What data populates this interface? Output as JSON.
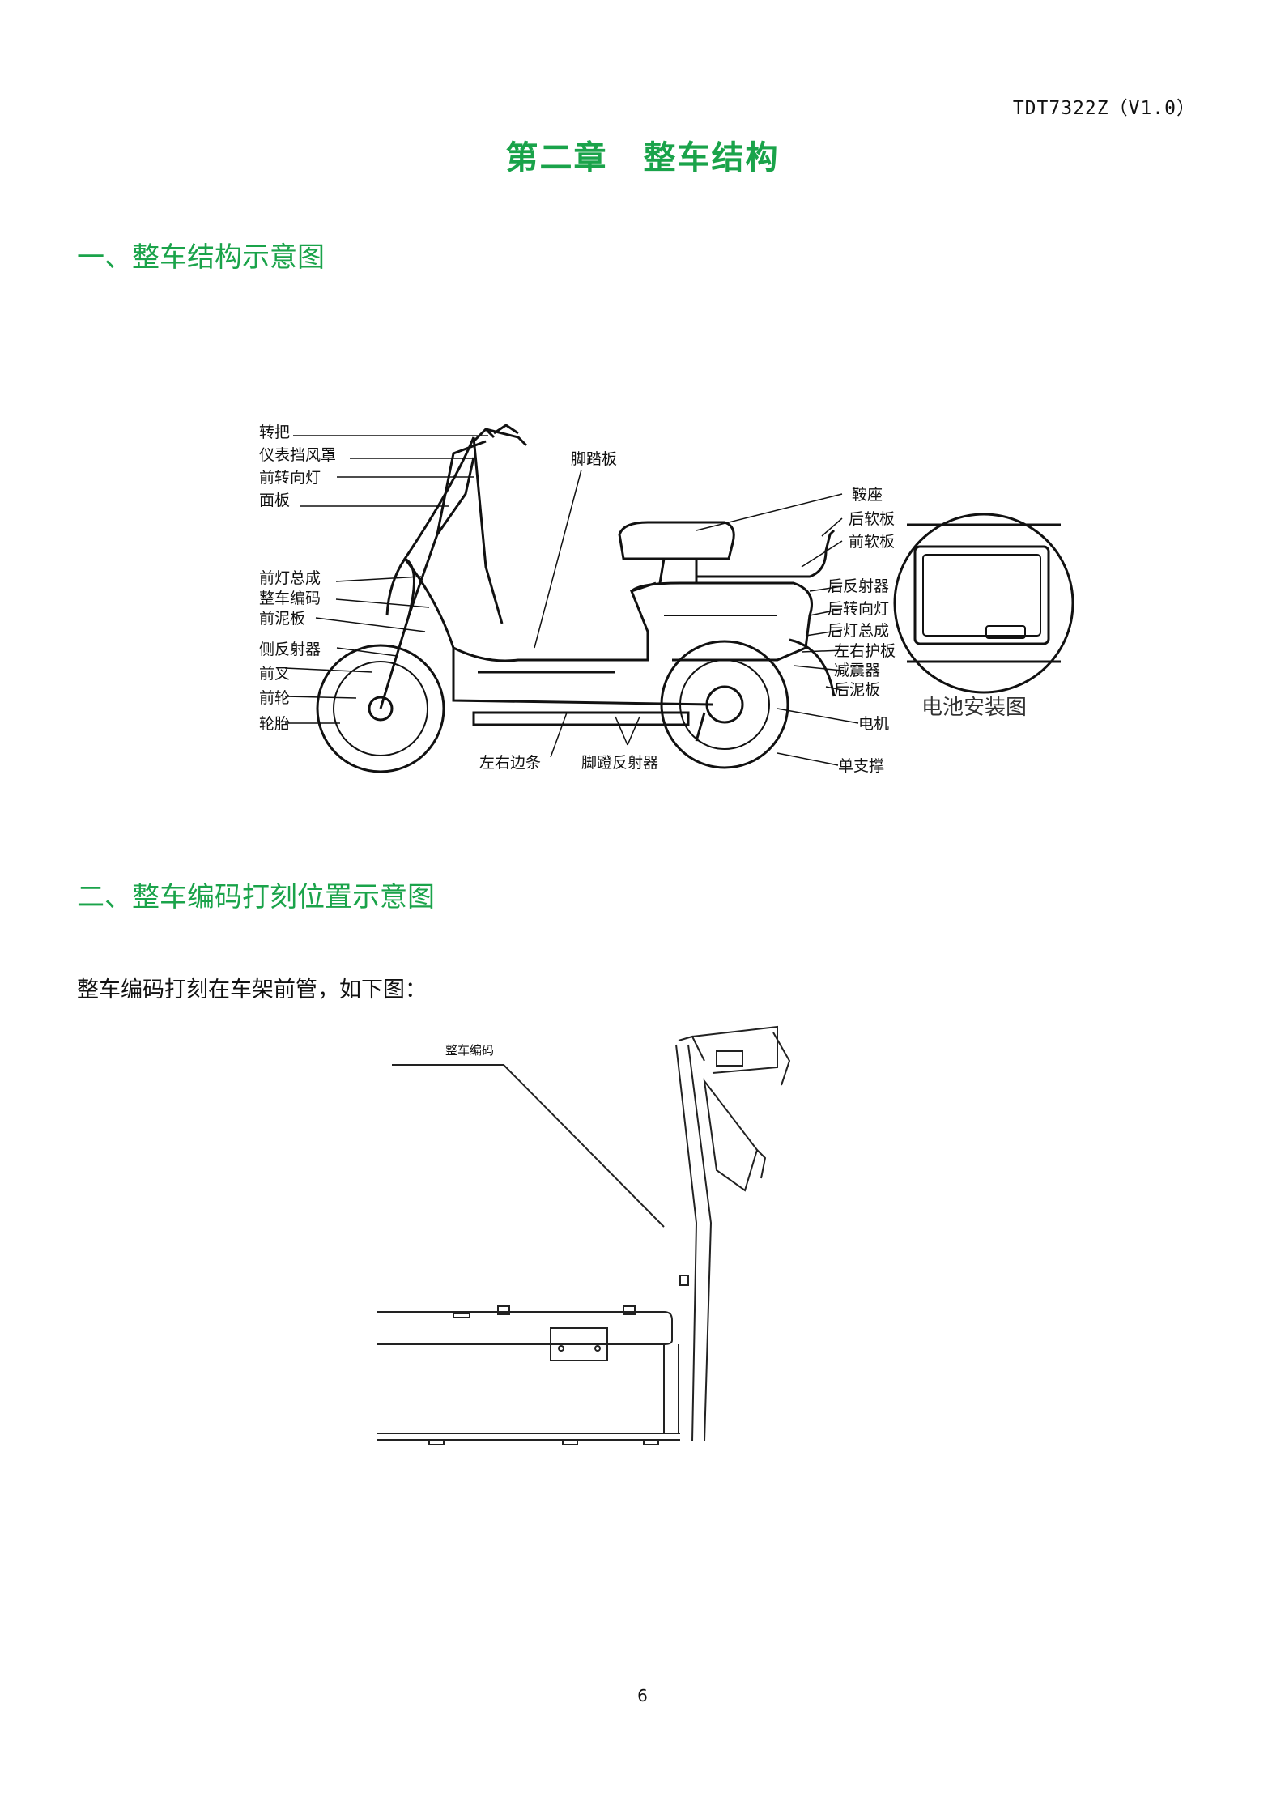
{
  "header": {
    "doc_code": "TDT7322Z（V1.0）"
  },
  "chapter": {
    "title": "第二章 整车结构"
  },
  "section1": {
    "heading": "一、整车结构示意图",
    "labels": {
      "zhuanba": "转把",
      "yibiao": "仪表挡风罩",
      "qianzhuanxiangdeng": "前转向灯",
      "mianban": "面板",
      "qiandengzongcheng": "前灯总成",
      "zhengchebianma": "整车编码",
      "qianniban": "前泥板",
      "cefansheqi": "侧反射器",
      "qiancha": "前叉",
      "qianlun": "前轮",
      "luntai": "轮胎",
      "jiaotaban": "脚踏板",
      "anzuo": "鞍座",
      "houruanban": "后软板",
      "qianruanban": "前软板",
      "houfansheqi": "后反射器",
      "houzhuanxiangdeng": "后转向灯",
      "houdengzongcheng": "后灯总成",
      "zuoyouhuban": "左右护板",
      "jianzhenqi": "减震器",
      "houniban": "后泥板",
      "dianji": "电机",
      "danzhicheng": "单支撑",
      "zuoyoubiantiao": "左右边条",
      "jiaodengfansheqi": "脚蹬反射器",
      "battery_caption": "电池安装图"
    }
  },
  "section2": {
    "heading": "二、整车编码打刻位置示意图",
    "text": "整车编码打刻在车架前管，如下图：",
    "frame_label": "整车编码"
  },
  "footer": {
    "page_number": "6"
  }
}
